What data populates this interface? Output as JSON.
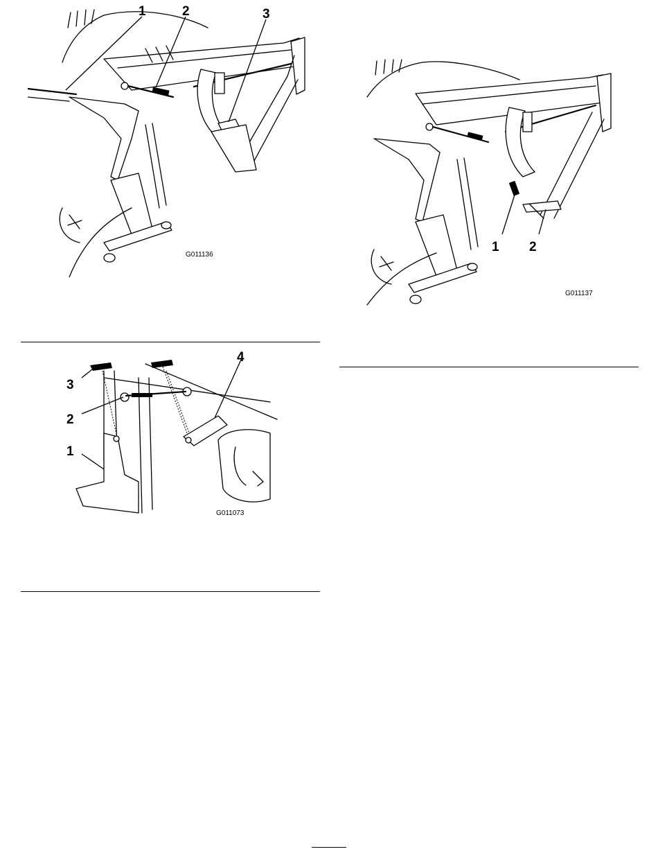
{
  "figures": [
    {
      "id_text": "G011136",
      "callouts": [
        "1",
        "2",
        "3"
      ]
    },
    {
      "id_text": "G011137",
      "callouts": [
        "1",
        "2"
      ]
    },
    {
      "id_text": "G011073",
      "callouts": [
        "1",
        "2",
        "3",
        "4"
      ]
    }
  ]
}
